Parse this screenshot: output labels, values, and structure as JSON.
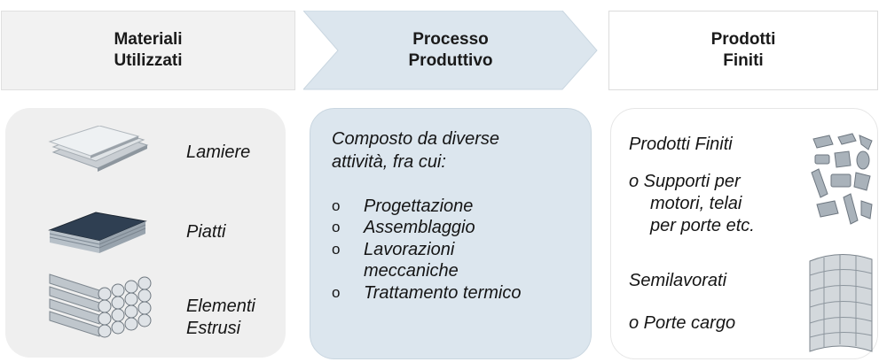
{
  "headers": [
    {
      "line1": "Materiali",
      "line2": "Utilizzati"
    },
    {
      "line1": "Processo",
      "line2": "Produttivo"
    },
    {
      "line1": "Prodotti",
      "line2": "Finiti"
    }
  ],
  "materials": [
    {
      "label": "Lamiere",
      "icon": "metal-sheets-icon"
    },
    {
      "label": "Piatti",
      "icon": "metal-plates-icon"
    },
    {
      "label": "Elementi Estrusi",
      "line1": "Elementi",
      "line2": "Estrusi",
      "icon": "extruded-bars-icon"
    }
  ],
  "process": {
    "intro_line1": "Composto da diverse",
    "intro_line2": "attività, fra cui:",
    "bullet": "o",
    "items": [
      {
        "line1": "Progettazione"
      },
      {
        "line1": "Assemblaggio"
      },
      {
        "line1": "Lavorazioni",
        "line2": "meccaniche"
      },
      {
        "line1": "Trattamento termico"
      }
    ]
  },
  "products": {
    "finished_title": "Prodotti Finiti",
    "finished_item_line1": "o Supporti per",
    "finished_item_line2": "motori, telai",
    "finished_item_line3": "per porte etc.",
    "finished_icon": "aircraft-brackets-icon",
    "semi_title": "Semilavorati",
    "semi_item": "o Porte cargo",
    "semi_icon": "cargo-door-panel-icon"
  },
  "colors": {
    "header_fill": "#f2f2f2",
    "process_fill": "#dce6ee",
    "panel_gray": "#efefef"
  }
}
